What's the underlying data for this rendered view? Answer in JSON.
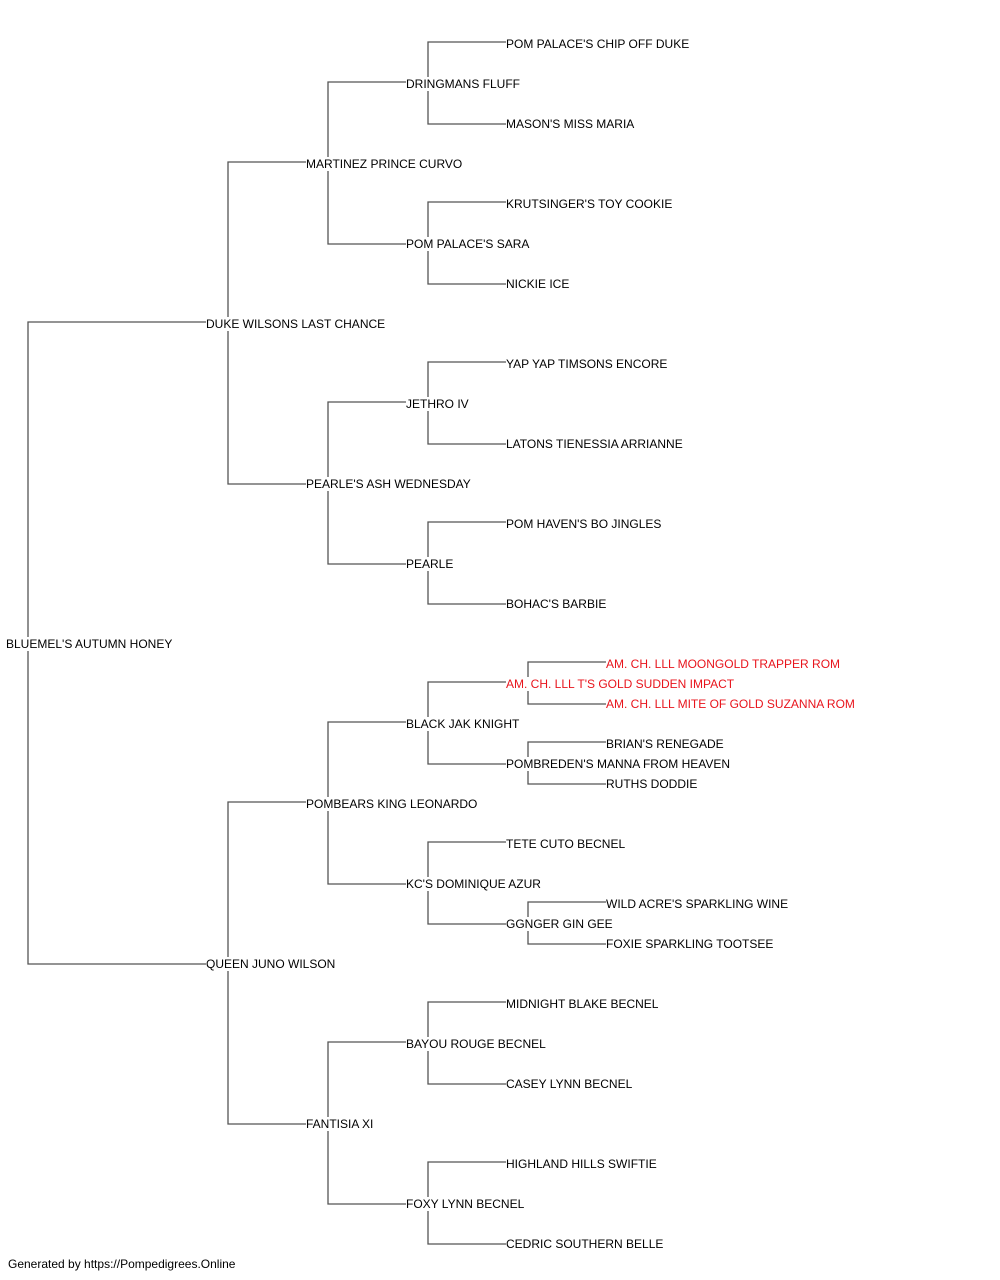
{
  "pedigree": {
    "subject": "BLUEMEL'S AUTUMN HONEY",
    "sire": "DUKE WILSONS LAST CHANCE",
    "dam": "QUEEN JUNO WILSON",
    "sire_sire": "MARTINEZ PRINCE CURVO",
    "sire_dam": "PEARLE'S ASH WEDNESDAY",
    "dam_sire": "POMBEARS KING LEONARDO",
    "dam_dam": "FANTISIA XI",
    "sss": "DRINGMANS FLUFF",
    "ssd": "POM PALACE'S SARA",
    "sds": "JETHRO IV",
    "sdd": "PEARLE",
    "dss": "BLACK JAK KNIGHT",
    "dsd": "KC'S DOMINIQUE AZUR",
    "dds": "BAYOU ROUGE BECNEL",
    "ddd": "FOXY LYNN BECNEL",
    "ssss": "POM PALACE'S CHIP OFF DUKE",
    "sssd": "MASON'S MISS MARIA",
    "ssds": "KRUTSINGER'S TOY COOKIE",
    "ssdd": "NICKIE ICE",
    "sdss": "YAP YAP TIMSONS ENCORE",
    "sdsd": "LATONS TIENESSIA ARRIANNE",
    "sdds": "POM HAVEN'S BO JINGLES",
    "sddd": "BOHAC'S BARBIE",
    "dsss": "AM. CH. LLL T'S GOLD SUDDEN IMPACT",
    "dssd": "POMBREDEN'S MANNA FROM HEAVEN",
    "dsds": "TETE CUTO BECNEL",
    "dsdd": "GGNGER GIN GEE",
    "ddss": "MIDNIGHT BLAKE BECNEL",
    "ddsd": "CASEY LYNN BECNEL",
    "ddds": "HIGHLAND HILLS SWIFTIE",
    "dddd": "CEDRIC SOUTHERN BELLE",
    "dssss": "AM. CH. LLL MOONGOLD TRAPPER ROM",
    "dsssd": "AM. CH. LLL MITE OF GOLD SUZANNA ROM",
    "dssds": "BRIAN'S RENEGADE",
    "dssdd": "RUTHS DODDIE",
    "dsdds": "WILD ACRE'S SPARKLING WINE",
    "dsddd": "FOXIE SPARKLING TOOTSEE"
  },
  "footer": "Generated by https://Pompedigrees.Online",
  "colors": {
    "line": "#555555",
    "text": "#000000",
    "champion": "#e8141c"
  }
}
